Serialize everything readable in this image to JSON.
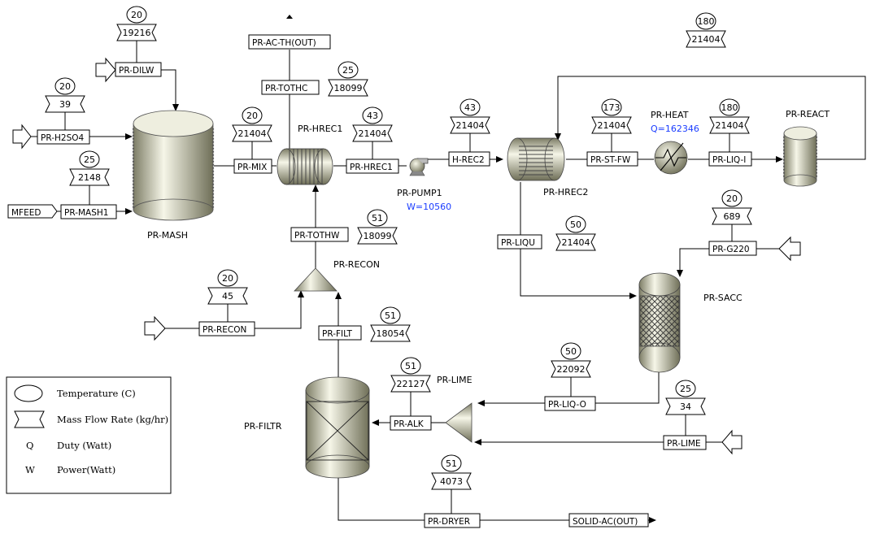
{
  "colors": {
    "line": "#000000",
    "duty_text": "#1a3cff",
    "equipment_light": "#f4f4e4",
    "equipment_dark": "#7d7d66"
  },
  "units": [
    {
      "id": "mash",
      "label": "PR-MASH"
    },
    {
      "id": "hrec1",
      "label": "PR-HREC1"
    },
    {
      "id": "pump1",
      "label": "PR-PUMP1",
      "extra": "W=10560"
    },
    {
      "id": "hrec2",
      "label": "PR-HREC2"
    },
    {
      "id": "heat",
      "label": "PR-HEAT",
      "extra": "Q=162346"
    },
    {
      "id": "react",
      "label": "PR-REACT"
    },
    {
      "id": "recon",
      "label": "PR-RECON"
    },
    {
      "id": "sacc",
      "label": "PR-SACC"
    },
    {
      "id": "lime",
      "label": "PR-LIME"
    },
    {
      "id": "filtr",
      "label": "PR-FILTR"
    }
  ],
  "streams": [
    {
      "id": "dilw",
      "label": "PR-DILW",
      "temp": "20",
      "flow": "19216"
    },
    {
      "id": "h2so4",
      "label": "PR-H2SO4",
      "temp": "20",
      "flow": "39"
    },
    {
      "id": "mash1",
      "label": "PR-MASH1",
      "temp": "25",
      "flow": "2148"
    },
    {
      "id": "mfeed",
      "label": "MFEED"
    },
    {
      "id": "mix",
      "label": "PR-MIX",
      "temp": "20",
      "flow": "21404"
    },
    {
      "id": "acth",
      "label": "PR-AC-TH(OUT)"
    },
    {
      "id": "tothc",
      "label": "PR-TOTHC",
      "temp": "25",
      "flow": "18099"
    },
    {
      "id": "hrec1s",
      "label": "PR-HREC1",
      "temp": "43",
      "flow": "21404"
    },
    {
      "id": "hrec2s",
      "label": "H-REC2",
      "temp": "43",
      "flow": "21404"
    },
    {
      "id": "stfw",
      "label": "PR-ST-FW",
      "temp": "173",
      "flow": "21404"
    },
    {
      "id": "liqi",
      "label": "PR-LIQ-I",
      "temp": "180",
      "flow": "21404"
    },
    {
      "id": "top",
      "temp": "180",
      "flow": "21404"
    },
    {
      "id": "tothw",
      "label": "PR-TOTHW",
      "temp": "51",
      "flow": "18099"
    },
    {
      "id": "liqu",
      "label": "PR-LIQU",
      "temp": "50",
      "flow": "21404"
    },
    {
      "id": "g220",
      "label": "PR-G220",
      "temp": "20",
      "flow": "689"
    },
    {
      "id": "reconf",
      "label": "PR-RECON",
      "temp": "20",
      "flow": "45"
    },
    {
      "id": "filt",
      "label": "PR-FILT",
      "temp": "51",
      "flow": "18054"
    },
    {
      "id": "liqo",
      "label": "PR-LIQ-O",
      "temp": "50",
      "flow": "22092"
    },
    {
      "id": "alk",
      "label": "PR-ALK",
      "temp": "51",
      "flow": "22127"
    },
    {
      "id": "limef",
      "label": "PR-LIME",
      "temp": "25",
      "flow": "34"
    },
    {
      "id": "dryer",
      "label": "PR-DRYER",
      "temp": "51",
      "flow": "4073"
    },
    {
      "id": "solid",
      "label": "SOLID-AC(OUT)"
    }
  ],
  "legend": [
    {
      "symbol": "ellipse",
      "text": "Temperature (C)"
    },
    {
      "symbol": "hourglass",
      "text": "Mass Flow Rate (kg/hr)"
    },
    {
      "symbol": "Q",
      "text": "Duty (Watt)"
    },
    {
      "symbol": "W",
      "text": "Power(Watt)"
    }
  ]
}
